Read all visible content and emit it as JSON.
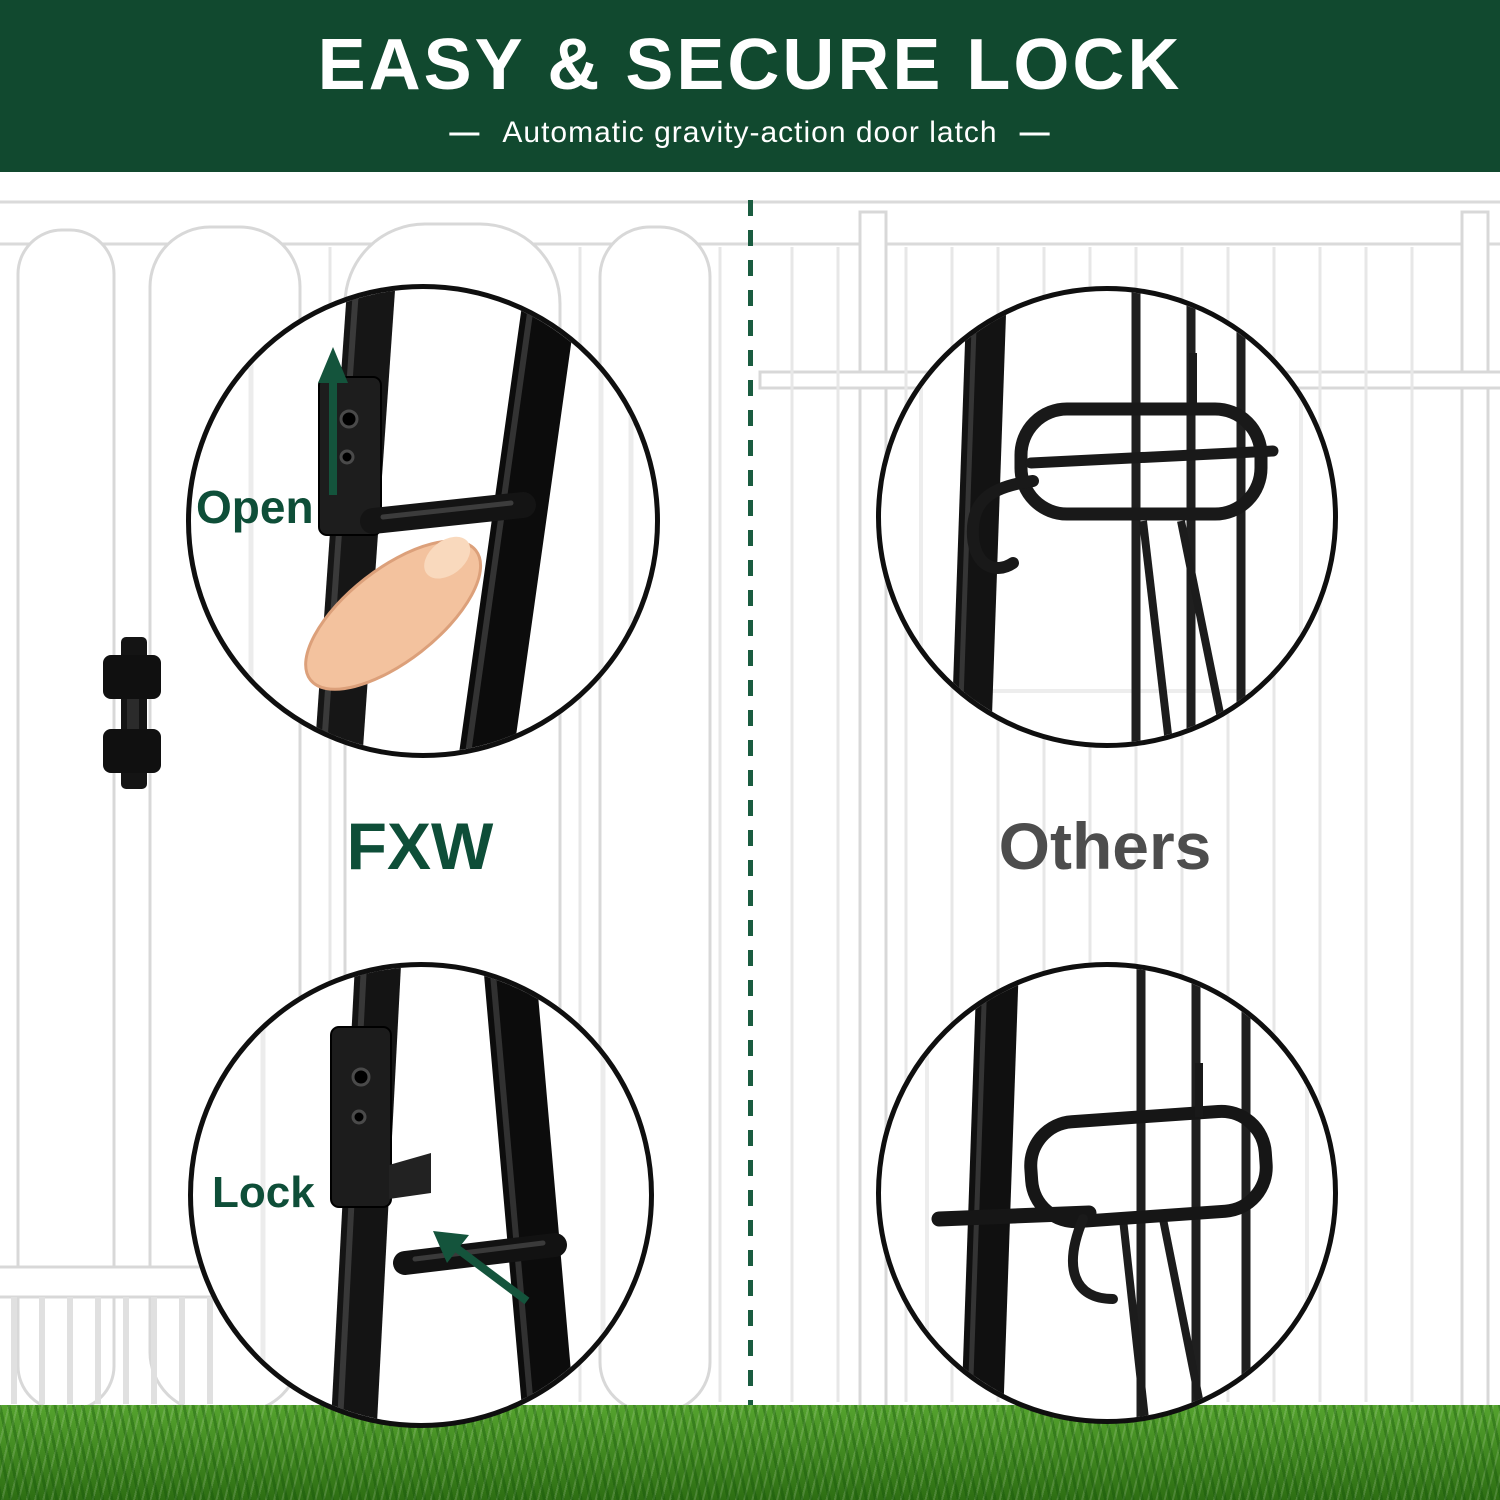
{
  "banner": {
    "title": "EASY & SECURE LOCK",
    "subtitle": "Automatic gravity-action door latch",
    "dash": "—"
  },
  "comparison": {
    "left": {
      "brand": "FXW",
      "callout_top_label": "Open",
      "callout_bottom_label": "Lock"
    },
    "right": {
      "brand": "Others"
    }
  },
  "icons": {
    "up_arrow": "green up arrow indicating latch lifts to open",
    "lock_arrow": "green diagonal arrow pointing at gravity latch seat"
  },
  "colors": {
    "banner_bg": "#11492F",
    "brand_green": "#0E4E38",
    "others_gray": "#4D4D4D",
    "divider_green": "#1A5C40",
    "grass_green": "#3F8F22",
    "latch_black": "#141414"
  }
}
